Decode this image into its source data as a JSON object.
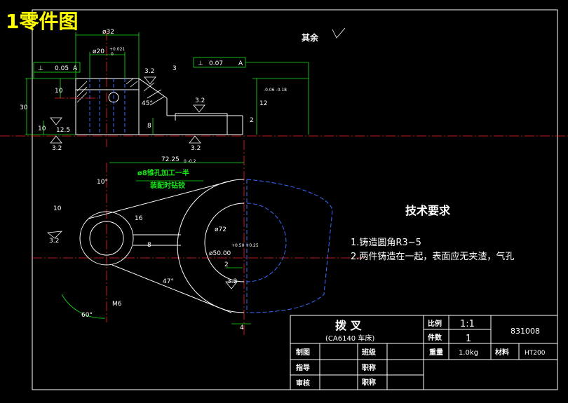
{
  "header": {
    "title": "1零件图"
  },
  "surface_note": {
    "label": "其余"
  },
  "tech_req": {
    "title": "技术要求",
    "item1": "1.铸造圆角R3~5",
    "item2": "2.两件铸造在一起，表面应无夹渣，气孔"
  },
  "dimensions": {
    "d32": "ø32",
    "d20": "ø20",
    "d20_tol": "+0.021",
    "d20_tol_low": "0",
    "perp1_tol": "0.05",
    "perp1_datum": "A",
    "perp2_tol": "0.07",
    "perp2_datum": "A",
    "rough_32_a": "3.2",
    "rough_32_b": "3.2",
    "rough_32_c": "3.2",
    "rough_32_d": "3.2",
    "rough_125": "12.5",
    "rough_32_e": "3.2",
    "rough_32_f": "3.2",
    "dim_3": "3",
    "dim_10a": "10",
    "dim_30": "30",
    "dim_10b": "10",
    "dim_45": "45°",
    "dim_8a": "8",
    "dim_12": "12",
    "dim_12_tol": "-0.06 -0.18",
    "dim_2": "2",
    "dim_72": "72.25",
    "dim_72_tol": "0 -0.2",
    "note_hole": "ø8锥孔加工一半",
    "note_assembly": "装配时钻铰",
    "dim_10deg": "10°",
    "dim_10c": "10",
    "dim_16": "16",
    "dim_8b": "8",
    "dim_phi72": "ø72",
    "dim_phi50": "ø50.00",
    "dim_phi50_tol": "+0.50 +0.25",
    "dim_2b": "2",
    "dim_47": "47°",
    "dim_m6": "M6",
    "dim_60": "60°",
    "dim_4": "4"
  },
  "title_block": {
    "name": "拨  叉",
    "model": "(CA6140 车床)",
    "scale_label": "比例",
    "scale_value": "1:1",
    "count_label": "件数",
    "count_value": "1",
    "drawing_no": "831008",
    "draw_label": "制图",
    "class_label": "班级",
    "guide_label": "指导",
    "position_label_1": "职称",
    "review_label": "审核",
    "position_label_2": "职称",
    "weight_label": "重量",
    "weight_value": "1.0kg",
    "material_label": "材料",
    "material_value": "HT200"
  },
  "colors": {
    "background": "#000000",
    "outline": "#ffffff",
    "dimension": "#19e619",
    "centerline": "#ff2020",
    "hidden": "#3a6bff",
    "title": "#ffff00"
  }
}
